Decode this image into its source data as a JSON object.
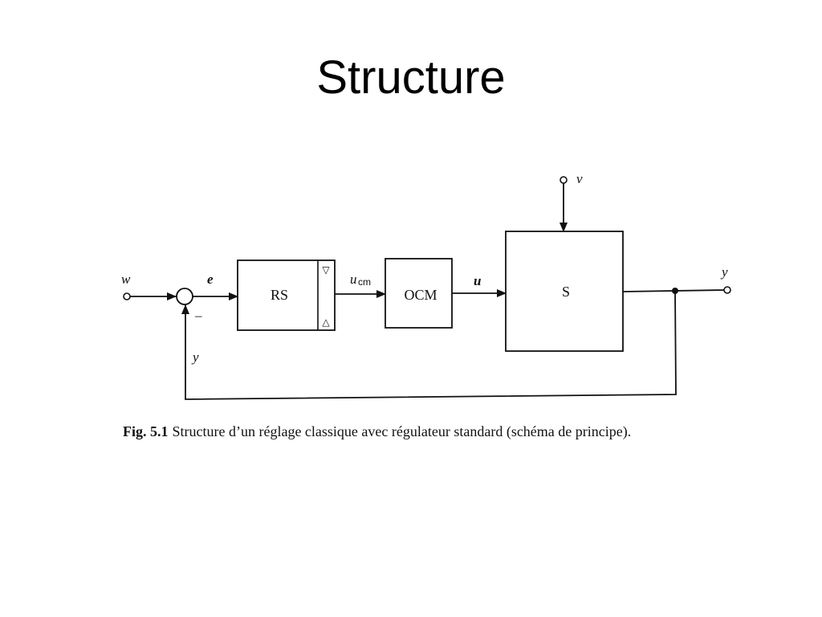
{
  "slide": {
    "title": "Structure"
  },
  "diagram": {
    "signals": {
      "reference": "w",
      "error": "e",
      "controller_output_base": "u",
      "controller_output_sub": "cm",
      "actuator_output": "u",
      "disturbance": "v",
      "output": "y",
      "feedback": "y",
      "minus_sign": "–"
    },
    "blocks": {
      "regulator": "RS",
      "actuator": "OCM",
      "system": "S"
    },
    "limiter_symbols": {
      "upper": "▽",
      "lower": "△"
    }
  },
  "caption": {
    "figure_number": "Fig. 5.1",
    "text": "Structure d’un réglage classique avec régulateur standard (schéma de principe)."
  }
}
